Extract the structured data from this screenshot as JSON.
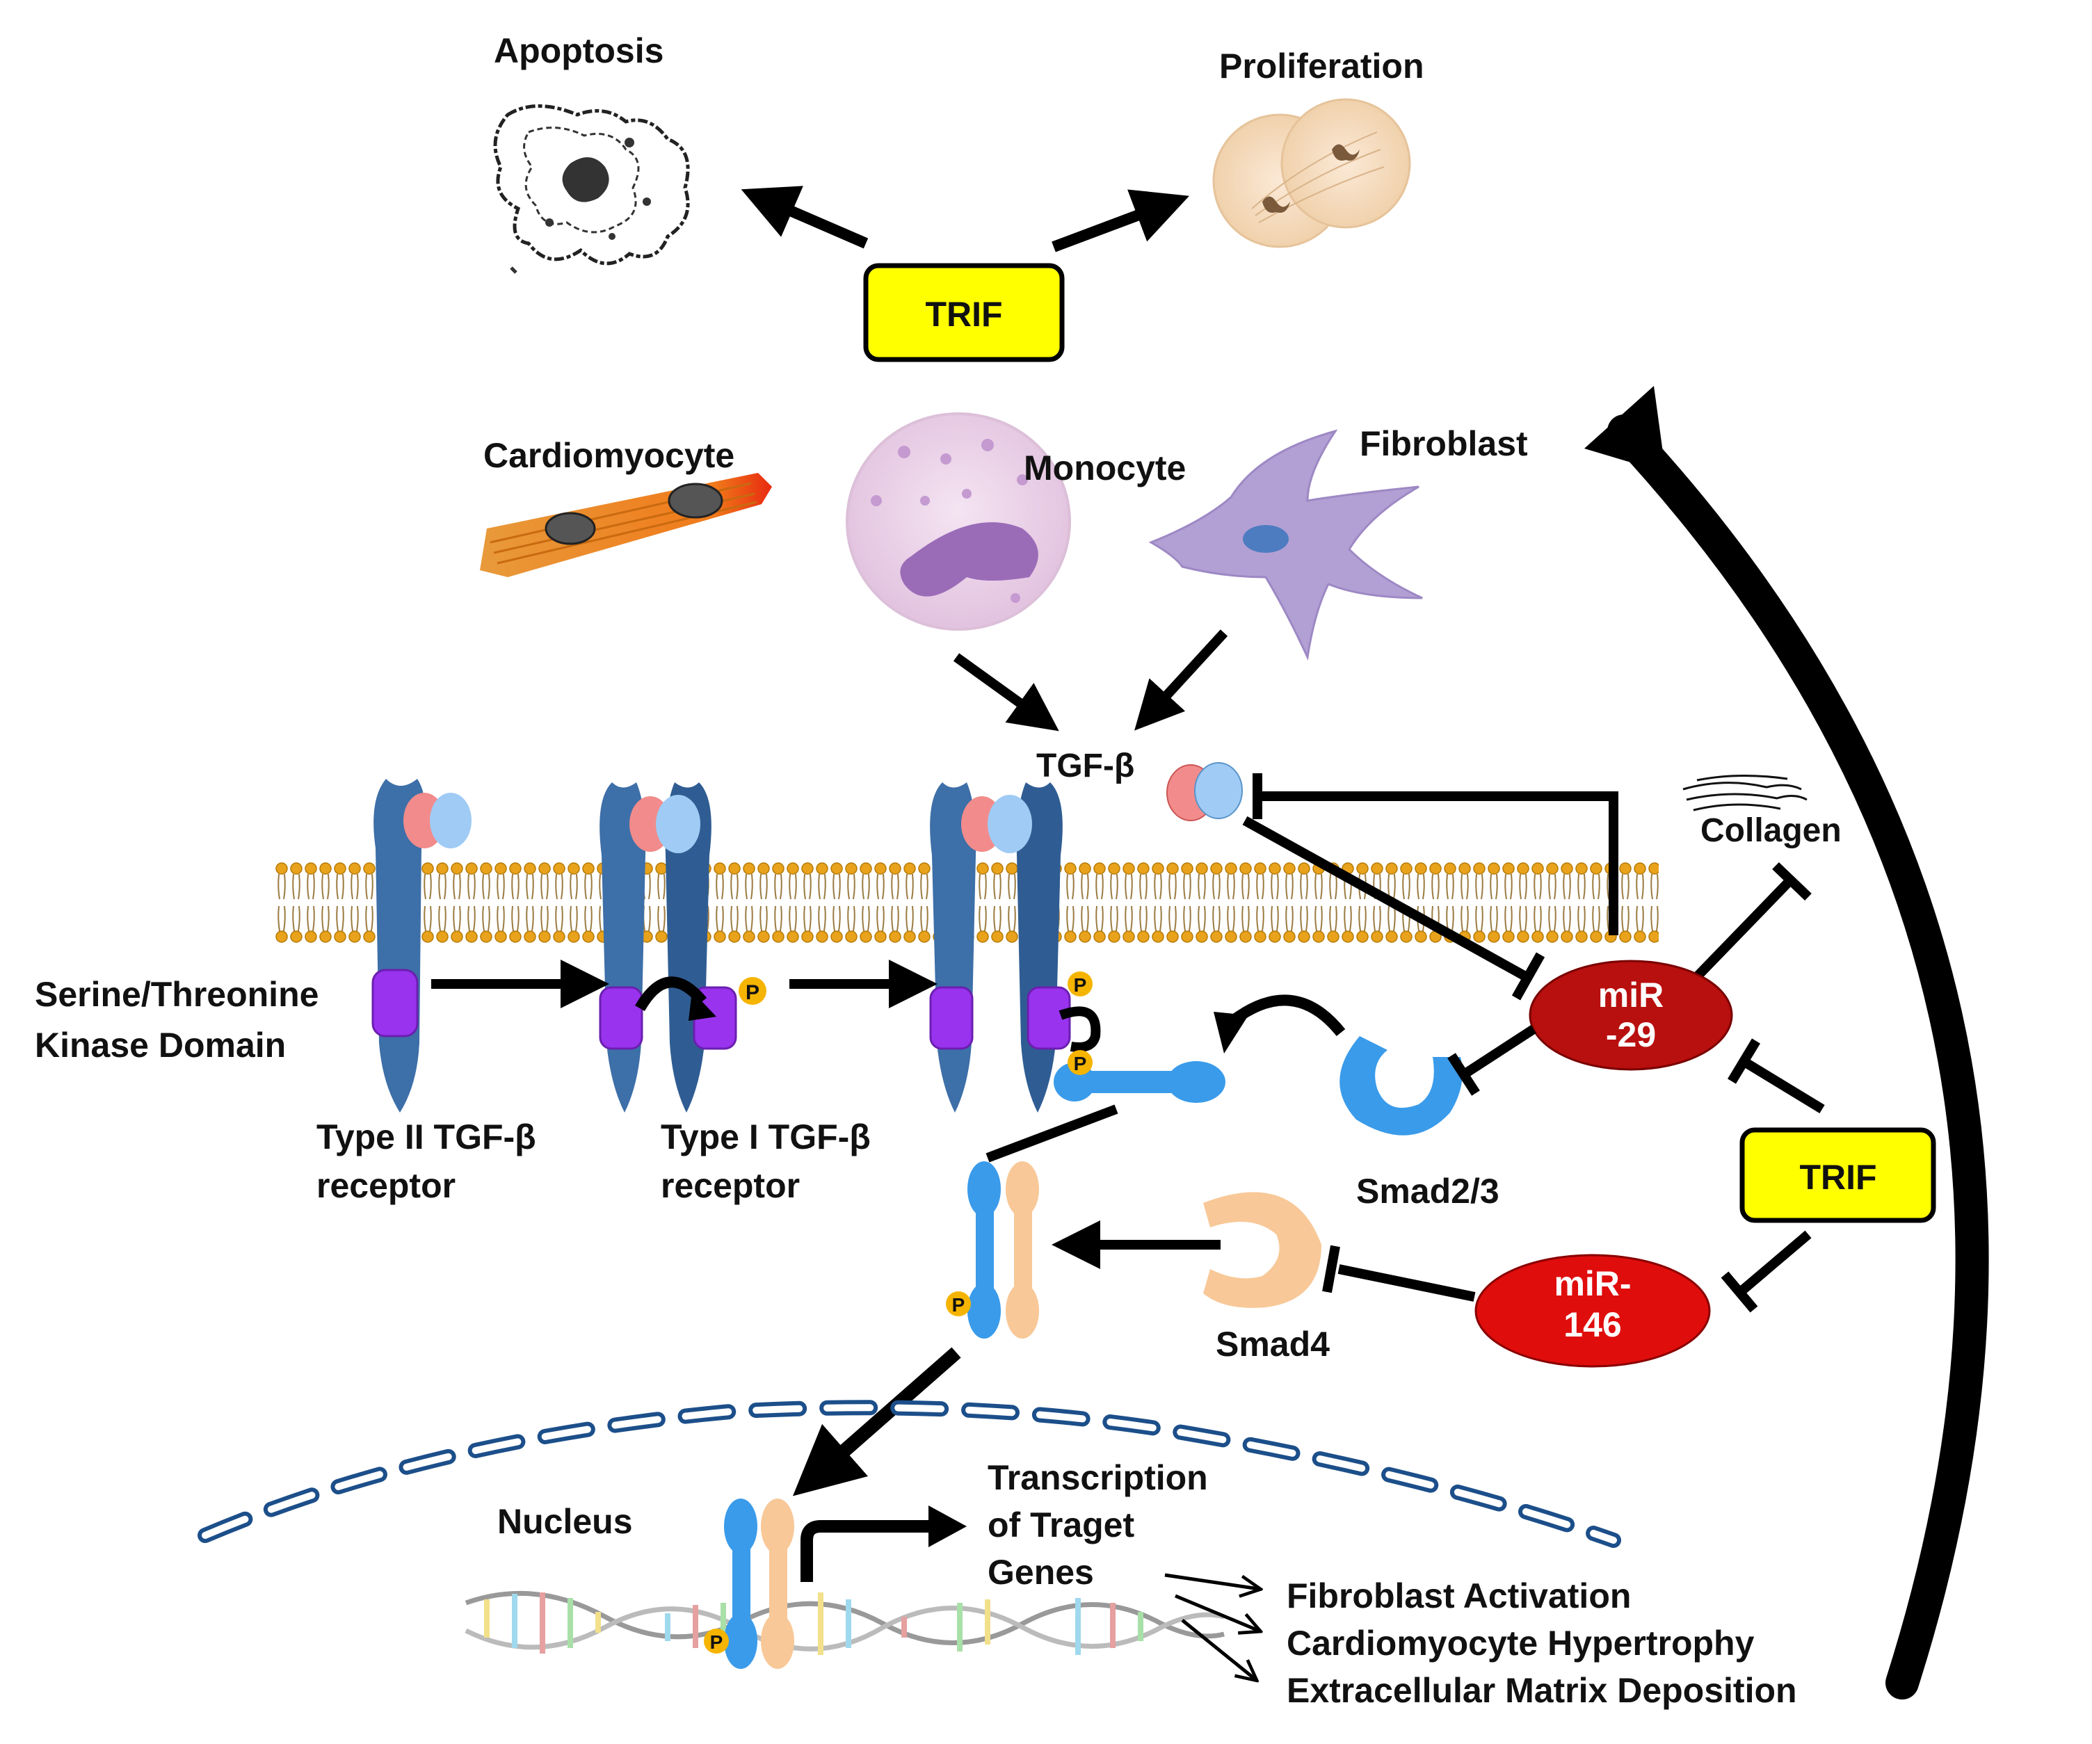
{
  "labels": {
    "apoptosis": "Apoptosis",
    "proliferation": "Proliferation",
    "trif_top": "TRIF",
    "cardiomyocyte": "Cardiomyocyte",
    "monocyte": "Monocyte",
    "fibroblast": "Fibroblast",
    "tgf_beta": "TGF-β",
    "collagen": "Collagen",
    "kinase_line1": "Serine/Threonine",
    "kinase_line2": "Kinase Domain",
    "type2_line1": "Type II TGF-β",
    "type2_line2": "receptor",
    "type1_line1": "Type I TGF-β",
    "type1_line2": "receptor",
    "mir29_line1": "miR",
    "mir29_line2": "-29",
    "smad23": "Smad2/3",
    "trif_right": "TRIF",
    "mir146_line1": "miR-",
    "mir146_line2": "146",
    "smad4": "Smad4",
    "nucleus": "Nucleus",
    "transcription_line1": "Transcription",
    "transcription_line2": "of Traget",
    "transcription_line3": "Genes",
    "outcome1": "Fibroblast Activation",
    "outcome2": "Cardiomyocyte Hypertrophy",
    "outcome3": "Extracellular Matrix Deposition",
    "phospho": "P"
  },
  "colors": {
    "trif_fill": "#ffff00",
    "mir29_fill": "#b80f0f",
    "mir146_fill": "#e00d0d",
    "smad23_blue": "#3a9bea",
    "smad4_peach": "#f8c898",
    "receptor_blue": "#3d6fa8",
    "kinase_purple": "#9933ee",
    "membrane_gold": "#e8a21c",
    "tgf_pink": "#f28b8b",
    "tgf_lightblue": "#9fcbf5",
    "phospho_gold": "#f5b400"
  }
}
